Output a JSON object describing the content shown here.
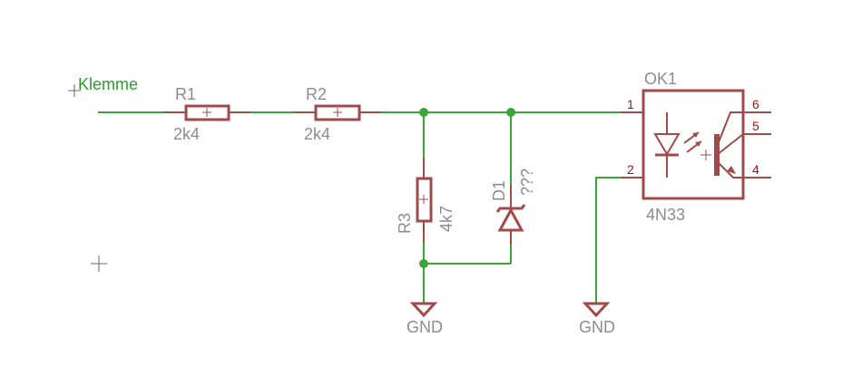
{
  "net": {
    "input_label": "Klemme"
  },
  "parts": {
    "r1": {
      "name": "R1",
      "value": "2k4"
    },
    "r2": {
      "name": "R2",
      "value": "2k4"
    },
    "r3": {
      "name": "R3",
      "value": "4k7"
    },
    "d1": {
      "name": "D1",
      "value": "???"
    },
    "ok1": {
      "name": "OK1",
      "value": "4N33",
      "pins": {
        "p1": "1",
        "p2": "2",
        "p4": "4",
        "p5": "5",
        "p6": "6"
      }
    }
  },
  "ground": {
    "left": "GND",
    "right": "GND"
  },
  "colors": {
    "wire": "#3aa63a",
    "symbol": "#a14a4a",
    "text": "#8c8c8c",
    "net_label": "#2e9a2e"
  }
}
